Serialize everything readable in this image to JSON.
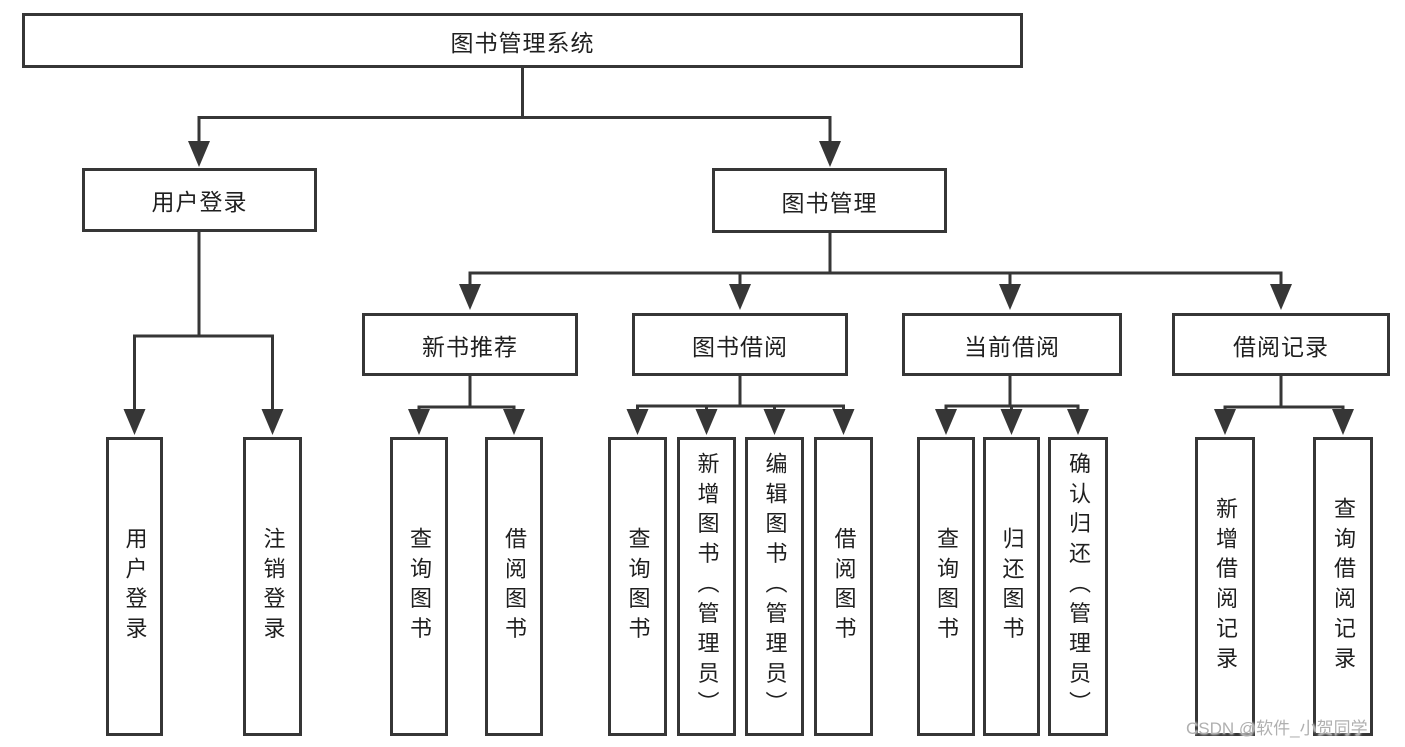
{
  "diagram": {
    "root": {
      "label": "图书管理系统"
    },
    "branches": [
      {
        "label": "用户登录",
        "children": [
          {
            "label": "用户登录"
          },
          {
            "label": "注销登录"
          }
        ]
      },
      {
        "label": "图书管理",
        "children": [
          {
            "label": "新书推荐",
            "children": [
              {
                "label": "查询图书"
              },
              {
                "label": "借阅图书"
              }
            ]
          },
          {
            "label": "图书借阅",
            "children": [
              {
                "label": "查询图书"
              },
              {
                "label": "新增图书（管理员）"
              },
              {
                "label": "编辑图书（管理员）"
              },
              {
                "label": "借阅图书"
              }
            ]
          },
          {
            "label": "当前借阅",
            "children": [
              {
                "label": "查询图书"
              },
              {
                "label": "归还图书"
              },
              {
                "label": "确认归还（管理员）"
              }
            ]
          },
          {
            "label": "借阅记录",
            "children": [
              {
                "label": "新增借阅记录"
              },
              {
                "label": "查询借阅记录"
              }
            ]
          }
        ]
      }
    ]
  },
  "watermark": {
    "text": "CSDN @软件_小贺同学"
  },
  "colors": {
    "line": "#363636",
    "text": "#1f1f1f",
    "background": "#ffffff",
    "watermark": "#b0b0b0"
  }
}
